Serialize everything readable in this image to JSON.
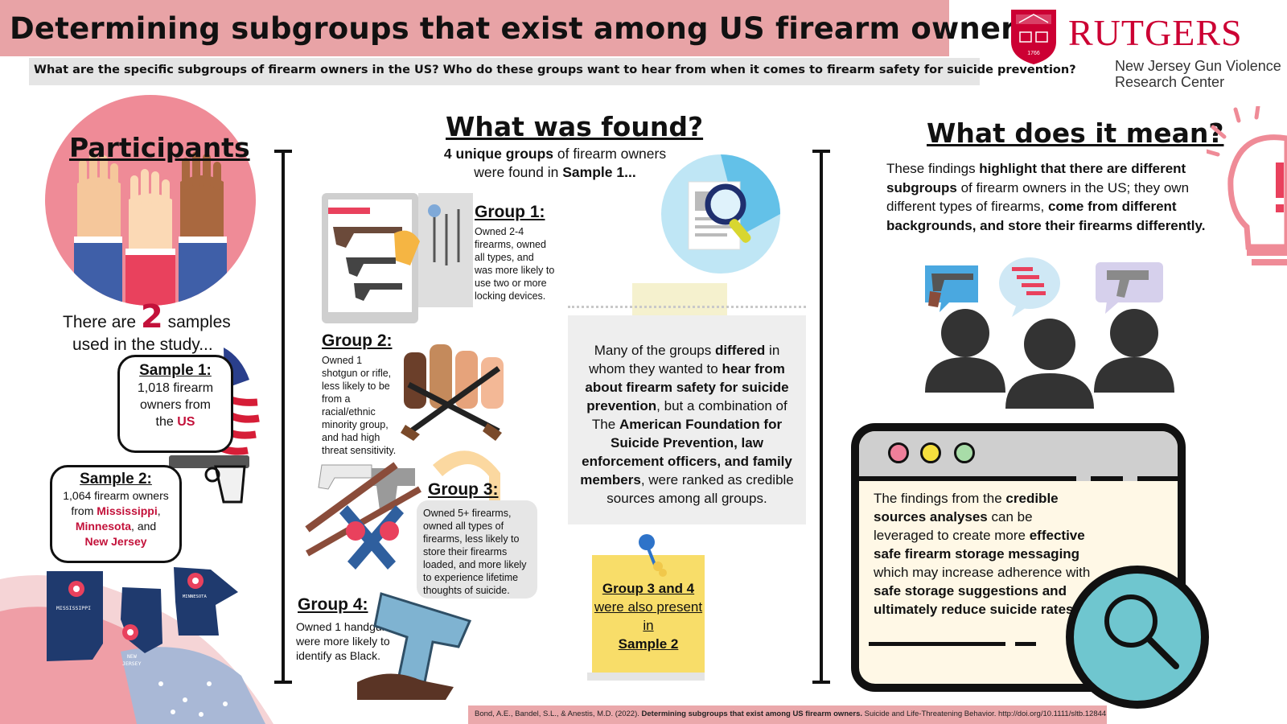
{
  "header": {
    "title": "Determining subgroups that exist among US firearm owners",
    "subtitle": "What are the specific subgroups of firearm owners in the US? Who do these groups want to hear from when it comes to firearm safety for suicide prevention?",
    "logo_name": "RUTGERS",
    "logo_sub_1": "New Jersey Gun Violence",
    "logo_sub_2": "Research Center"
  },
  "participants": {
    "heading": "Participants",
    "intro_pre": "There are",
    "intro_num": "2",
    "intro_post": "samples",
    "intro_line2": "used in the study...",
    "sample1": {
      "title": "Sample 1:",
      "line1": "1,018 firearm",
      "line2": "owners from",
      "line3_pre": "the",
      "line3_red": "US"
    },
    "sample2": {
      "title": "Sample 2:",
      "line1": "1,064 firearm owners",
      "line2_pre": "from",
      "line2_red": "Mississippi",
      "line2_post": ",",
      "line3_red": "Minnesota",
      "line3_post": ", and",
      "line4_red": "New Jersey"
    },
    "map_labels": [
      "MISSISSIPPI",
      "MINNESOTA",
      "NEW",
      "JERSEY"
    ]
  },
  "found": {
    "heading": "What was found?",
    "intro_b1": "4 unique groups",
    "intro_1": "of firearm owners",
    "intro_2": "were found in",
    "intro_b2": "Sample 1...",
    "group1": {
      "title": "Group 1:",
      "lines": [
        "Owned 2-4",
        "firearms, owned",
        "all types, and",
        "was more likely to",
        "use two or more",
        "locking devices."
      ]
    },
    "group2": {
      "title": "Group 2:",
      "lines": [
        "Owned 1",
        "shotgun or rifle,",
        "less likely to be",
        "from a",
        "racial/ethnic",
        "minority group,",
        "and had high",
        "threat sensitivity."
      ]
    },
    "group3": {
      "title": "Group 3:",
      "lines": [
        "Owned 5+ firearms,",
        "owned all types of",
        "firearms, less likely to",
        "store their firearms",
        "loaded, and more likely",
        "to experience lifetime",
        "thoughts of suicide."
      ]
    },
    "group4": {
      "title": "Group 4:",
      "lines": [
        "Owned 1 handgun,",
        "were more likely to",
        "identify as Black."
      ]
    },
    "note": {
      "p1": "Many of the groups ",
      "b1": "differed",
      "p2": " in whom they wanted to ",
      "b2": "hear from about firearm safety for suicide prevention",
      "p3": ", but a combination of The ",
      "b3": "American Foundation for Suicide Prevention, law enforcement officers, and family members",
      "p4": ", were ranked as credible sources among all groups."
    },
    "sticky": {
      "b1": "Group 3 and 4",
      "t1": "were also present in",
      "b2": "Sample 2"
    }
  },
  "meaning": {
    "heading": "What does it mean?",
    "p1": "These findings ",
    "b1": "highlight that there are different subgroups",
    "p2": " of firearm owners in the US; they own different types of firearms, ",
    "b2": "come from different backgrounds, and store their firearms differently.",
    "browser": {
      "p1": "The findings from the ",
      "b1": "credible sources analyses",
      "p2": " can be leveraged to create more ",
      "b2": "effective safe firearm storage messaging",
      "p3": " which may increase adherence with ",
      "b3": "safe storage suggestions and ultimately reduce suicide rates."
    }
  },
  "citation": {
    "pre": "Bond, A.E., Bandel, S.L., & Anestis, M.D. (2022). ",
    "bold": "Determining subgroups that exist among US firearm owners.",
    "post": " Suicide and Life-Threatening Behavior. http://doi.org/10.1111/sltb.12844"
  },
  "icons": [
    "rutgers-shield-icon",
    "raised-hands-icon",
    "us-flag-icon",
    "handgun-icon",
    "state-map-icon",
    "document-search-icon",
    "gun-safe-icon",
    "rifle-icon",
    "lightbulb-head-icon",
    "people-group-icon",
    "magnifier-icon",
    "pushpin-icon"
  ],
  "colors": {
    "title_bar": "#e8a3a6",
    "accent_red": "#c3113a",
    "rutgers_red": "#cc0033",
    "sticky_yellow": "#f8dd69",
    "magnifier_teal": "#6fc6cf",
    "browser_bg": "#fff8e6"
  }
}
